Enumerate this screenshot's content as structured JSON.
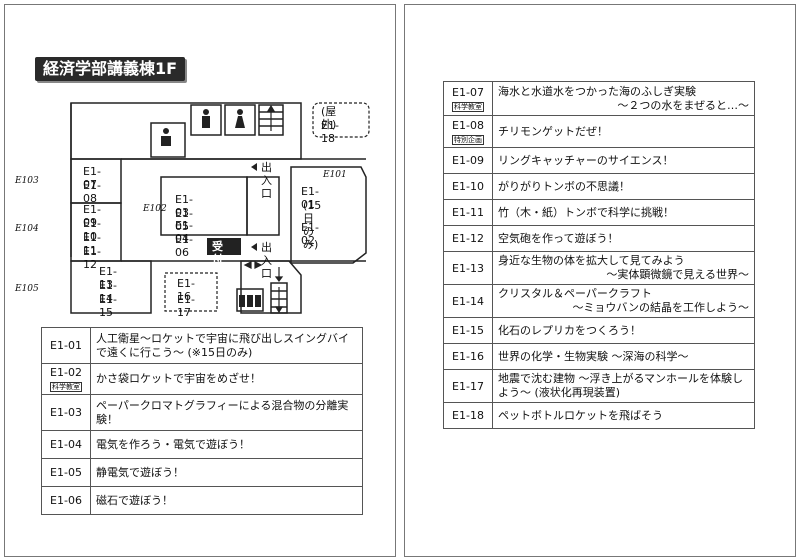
{
  "title": "経済学部講義棟1F",
  "map": {
    "outdoor_label": "(屋外)",
    "rooms": {
      "E101": "E101",
      "E102": "E102",
      "E103": "E103",
      "E104": "E104",
      "E105": "E105"
    },
    "exhibits": {
      "e1_18": "E1-18",
      "e1_07": "E1-07",
      "e1_08": "E1-08",
      "e1_09": "E1-09",
      "e1_10": "E1-10",
      "e1_11": "E1-11",
      "e1_12": "E1-12",
      "e1_13": "E1-13",
      "e1_14": "E1-14",
      "e1_15": "E1-15",
      "e1_03": "E1-03 E1-04",
      "e1_05": "E1-05 E1-06",
      "e1_16": "E1-16",
      "e1_17": "E1-17",
      "e1_01": "E1-01",
      "e1_01_note": "(15日のみ)",
      "e1_02": "E1-02"
    },
    "exit_label": "出入口",
    "reception_label": "受付"
  },
  "left_list": [
    {
      "id": "E1-01",
      "tag": "",
      "desc": "人工衛星～ロケットで宇宙に飛び出しスイングバイで遠くに行こう～ (※15日のみ)"
    },
    {
      "id": "E1-02",
      "tag": "科学教室",
      "desc": "かさ袋ロケットで宇宙をめざせ！"
    },
    {
      "id": "E1-03",
      "tag": "",
      "desc": "ペーパークロマトグラフィーによる混合物の分離実験！"
    },
    {
      "id": "E1-04",
      "tag": "",
      "desc": "電気を作ろう・電気で遊ぼう！"
    },
    {
      "id": "E1-05",
      "tag": "",
      "desc": "静電気で遊ぼう！"
    },
    {
      "id": "E1-06",
      "tag": "",
      "desc": "磁石で遊ぼう！"
    }
  ],
  "right_list": [
    {
      "id": "E1-07",
      "tag": "科学教室",
      "desc": "海水と水道水をつかった海のふしぎ実験",
      "desc2": "～２つの水をまぜると…～"
    },
    {
      "id": "E1-08",
      "tag": "特別企画",
      "desc": "チリモンゲットだぜ！",
      "desc2": ""
    },
    {
      "id": "E1-09",
      "tag": "",
      "desc": "リングキャッチャーのサイエンス！",
      "desc2": ""
    },
    {
      "id": "E1-10",
      "tag": "",
      "desc": "がりがりトンボの不思議！",
      "desc2": ""
    },
    {
      "id": "E1-11",
      "tag": "",
      "desc": "竹（木・紙）トンボで科学に挑戦！",
      "desc2": ""
    },
    {
      "id": "E1-12",
      "tag": "",
      "desc": "空気砲を作って遊ぼう！",
      "desc2": ""
    },
    {
      "id": "E1-13",
      "tag": "",
      "desc": "身近な生物の体を拡大して見てみよう",
      "desc2": "～実体顕微鏡で見える世界～"
    },
    {
      "id": "E1-14",
      "tag": "",
      "desc": "クリスタル＆ペーパークラフト",
      "desc2": "～ミョウバンの結晶を工作しよう～"
    },
    {
      "id": "E1-15",
      "tag": "",
      "desc": "化石のレプリカをつくろう！",
      "desc2": ""
    },
    {
      "id": "E1-16",
      "tag": "",
      "desc": "世界の化学・生物実験 ～深海の科学～",
      "desc2": ""
    },
    {
      "id": "E1-17",
      "tag": "",
      "desc": "地震で沈む建物 ～浮き上がるマンホールを体験しよう～ (液状化再現装置)",
      "desc2": ""
    },
    {
      "id": "E1-18",
      "tag": "",
      "desc": "ペットボトルロケットを飛ばそう",
      "desc2": ""
    }
  ]
}
